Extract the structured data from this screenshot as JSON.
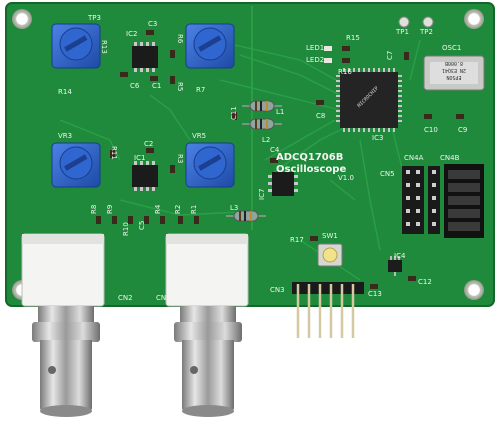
{
  "board": {
    "product_name": "ADCQ1706B",
    "product_line2": "Oscilloscope",
    "version": "V1.0"
  },
  "labels": {
    "tp3": "TP3",
    "tp1": "TP1",
    "tp2": "TP2",
    "r13": "R13",
    "r14": "R14",
    "ic2": "IC2",
    "c3": "C3",
    "c6": "C6",
    "c1": "C1",
    "r6": "R6",
    "r5": "R5",
    "r7": "R7",
    "vr3": "VR3",
    "vr5": "VR5",
    "r11": "R11",
    "ic1": "IC1",
    "c2": "C2",
    "r3": "R3",
    "r8": "R8",
    "r9": "R9",
    "r10": "R10",
    "c5": "C5",
    "r4": "R4",
    "r2": "R2",
    "r1": "R1",
    "l1": "L1",
    "l2": "L2",
    "l3": "L3",
    "c11": "C11",
    "c4": "C4",
    "ic7": "IC7",
    "led1": "LED1",
    "led2": "LED2",
    "r15": "R15",
    "r16": "R16",
    "c7": "C7",
    "c8": "C8",
    "ic3": "IC3",
    "osc1": "OSC1",
    "c10": "C10",
    "c9": "C9",
    "cn5": "CN5",
    "cn4a": "CN4A",
    "cn4b": "CN4B",
    "r17": "R17",
    "sw1": "SW1",
    "ic4": "IC4",
    "c12": "C12",
    "cn3": "CN3",
    "c13": "C13",
    "cn2": "CN2",
    "cn1": "CN"
  },
  "chip_markings": {
    "ic3": "MICROCHIP",
    "osc1_line1": "EPSON",
    "osc1_line2": "2N E3Q41",
    "osc1_line3": "8.000B"
  },
  "colors": {
    "pcb_green": "#1f8a3c",
    "silkscreen": "#f2f4ef",
    "potentiometer_blue": "#2e63c9",
    "bnc_housing": "#f4f4f2",
    "chrome": "#b8b8b8",
    "button_yellow": "#f2e28a"
  }
}
